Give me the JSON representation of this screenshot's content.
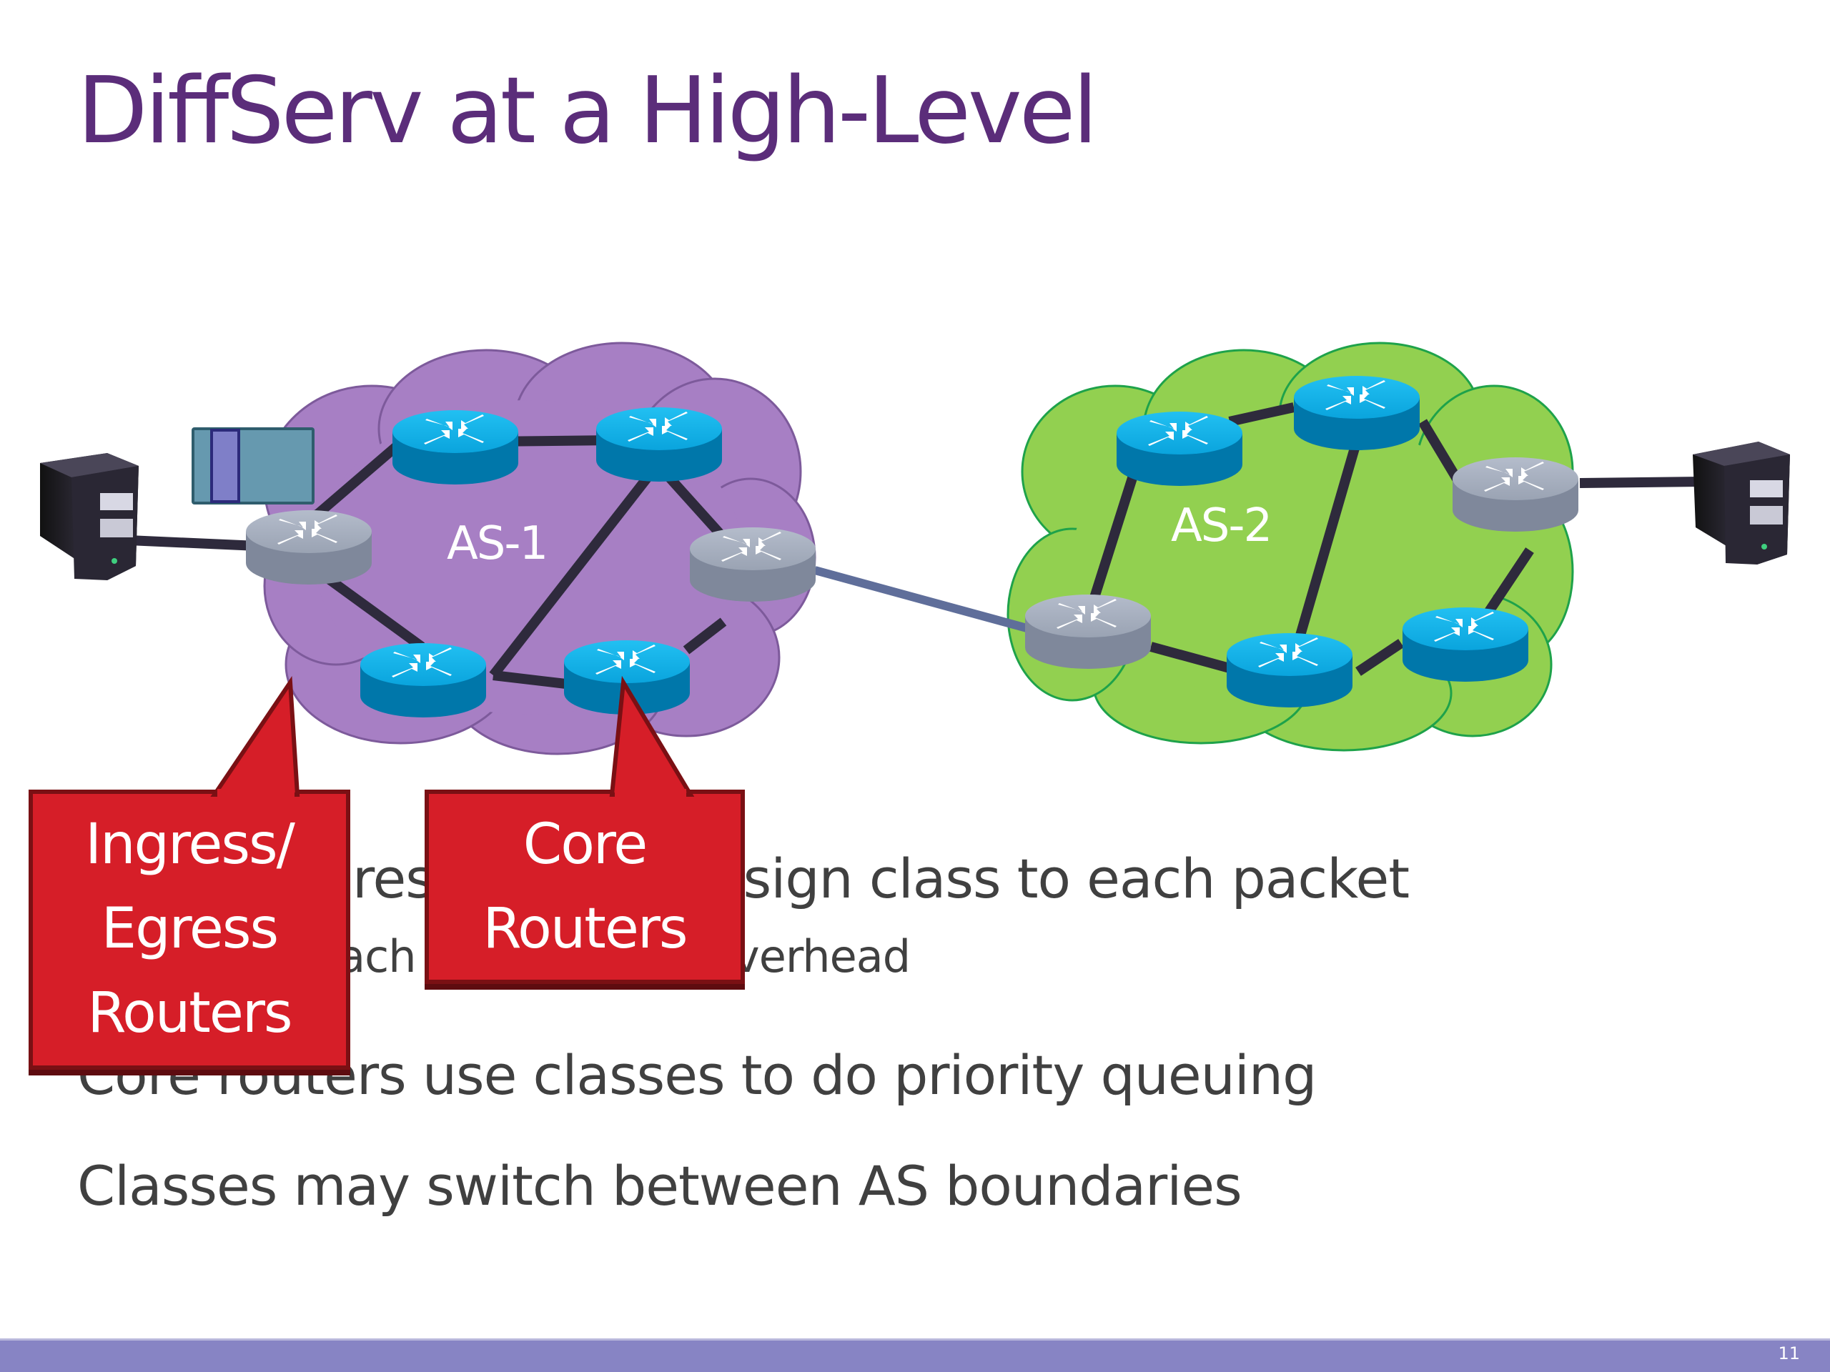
{
  "slide": {
    "title": "DiffServ at a High-Level",
    "page_number": "11"
  },
  "diagram": {
    "as1_label": "AS-1",
    "as2_label": "AS-2",
    "colors": {
      "as1_cloud": "#a77fc4",
      "as2_cloud": "#92d050",
      "core_router": "#0aa4dd",
      "edge_router": "#9aa3b3",
      "link": "#2e2a3c",
      "inter_as_link": "#5f6e9a",
      "callout": "#d61e28",
      "title": "#5b2d7a"
    },
    "routers": [
      {
        "id": "as1-ingress",
        "role": "edge"
      },
      {
        "id": "as1-top-left",
        "role": "core"
      },
      {
        "id": "as1-top-right",
        "role": "core"
      },
      {
        "id": "as1-egress",
        "role": "edge"
      },
      {
        "id": "as1-bottom-left",
        "role": "core"
      },
      {
        "id": "as1-bottom-right",
        "role": "core"
      },
      {
        "id": "as2-ingress",
        "role": "edge"
      },
      {
        "id": "as2-top-left",
        "role": "core"
      },
      {
        "id": "as2-top",
        "role": "core"
      },
      {
        "id": "as2-egress",
        "role": "edge"
      },
      {
        "id": "as2-bottom",
        "role": "core"
      },
      {
        "id": "as2-bottom-right",
        "role": "core"
      }
    ],
    "hosts": [
      {
        "id": "source-host",
        "icon": "server-icon"
      },
      {
        "id": "destination-host",
        "icon": "server-icon"
      }
    ],
    "packet_queue": {
      "icon": "packet-queue-icon"
    }
  },
  "callouts": {
    "ingress_egress": [
      "Ingress/",
      "Egress",
      "Routers"
    ],
    "core": [
      "Core",
      "Routers"
    ]
  },
  "bullets": [
    {
      "text": "Ingress/egress routers assign class to each packet",
      "level": 1
    },
    {
      "text": "Analyze each packet, high overhead",
      "level": 2
    },
    {
      "text": "Core routers use classes to do priority queuing",
      "level": 1
    },
    {
      "text": "Classes may switch between AS boundaries",
      "level": 1
    }
  ]
}
